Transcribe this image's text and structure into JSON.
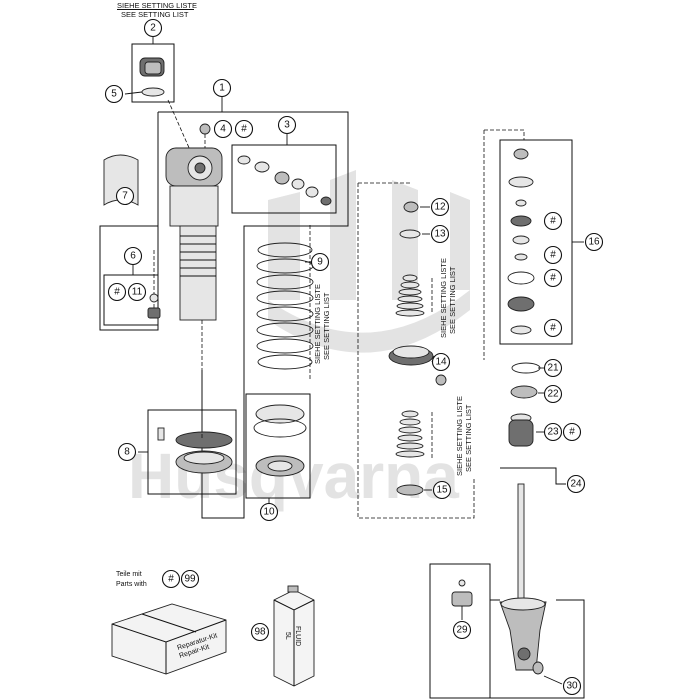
{
  "header_note": {
    "line1": "SIEHE SETTING LISTE",
    "line2": "SEE SETTING LIST"
  },
  "watermark": "Husqvarna",
  "callouts": [
    "1",
    "2",
    "3",
    "4",
    "5",
    "6",
    "7",
    "8",
    "9",
    "10",
    "11",
    "12",
    "13",
    "14",
    "15",
    "16",
    "21",
    "22",
    "23",
    "24",
    "29",
    "30",
    "98",
    "99"
  ],
  "hash_symbol": "#",
  "vertical_notes": {
    "spring": {
      "line1": "SIEHE SETTING LISTE",
      "line2": "SEE SETTING LIST"
    },
    "upper_stack": {
      "line1": "SIEHE SETTING LISTE",
      "line2": "SEE SETTING LIST"
    },
    "lower_stack": {
      "line1": "SIEHE SETTING LISTE",
      "line2": "SEE SETTING LIST"
    }
  },
  "kit_note": {
    "line1": "Teile mit",
    "line2": "Parts with"
  },
  "repair_kit_label": {
    "line1": "Reparatur-Kit",
    "line2": "Repair-Kit"
  },
  "fluid_can_label": {
    "line1": "FLUID",
    "line2": "5L"
  }
}
